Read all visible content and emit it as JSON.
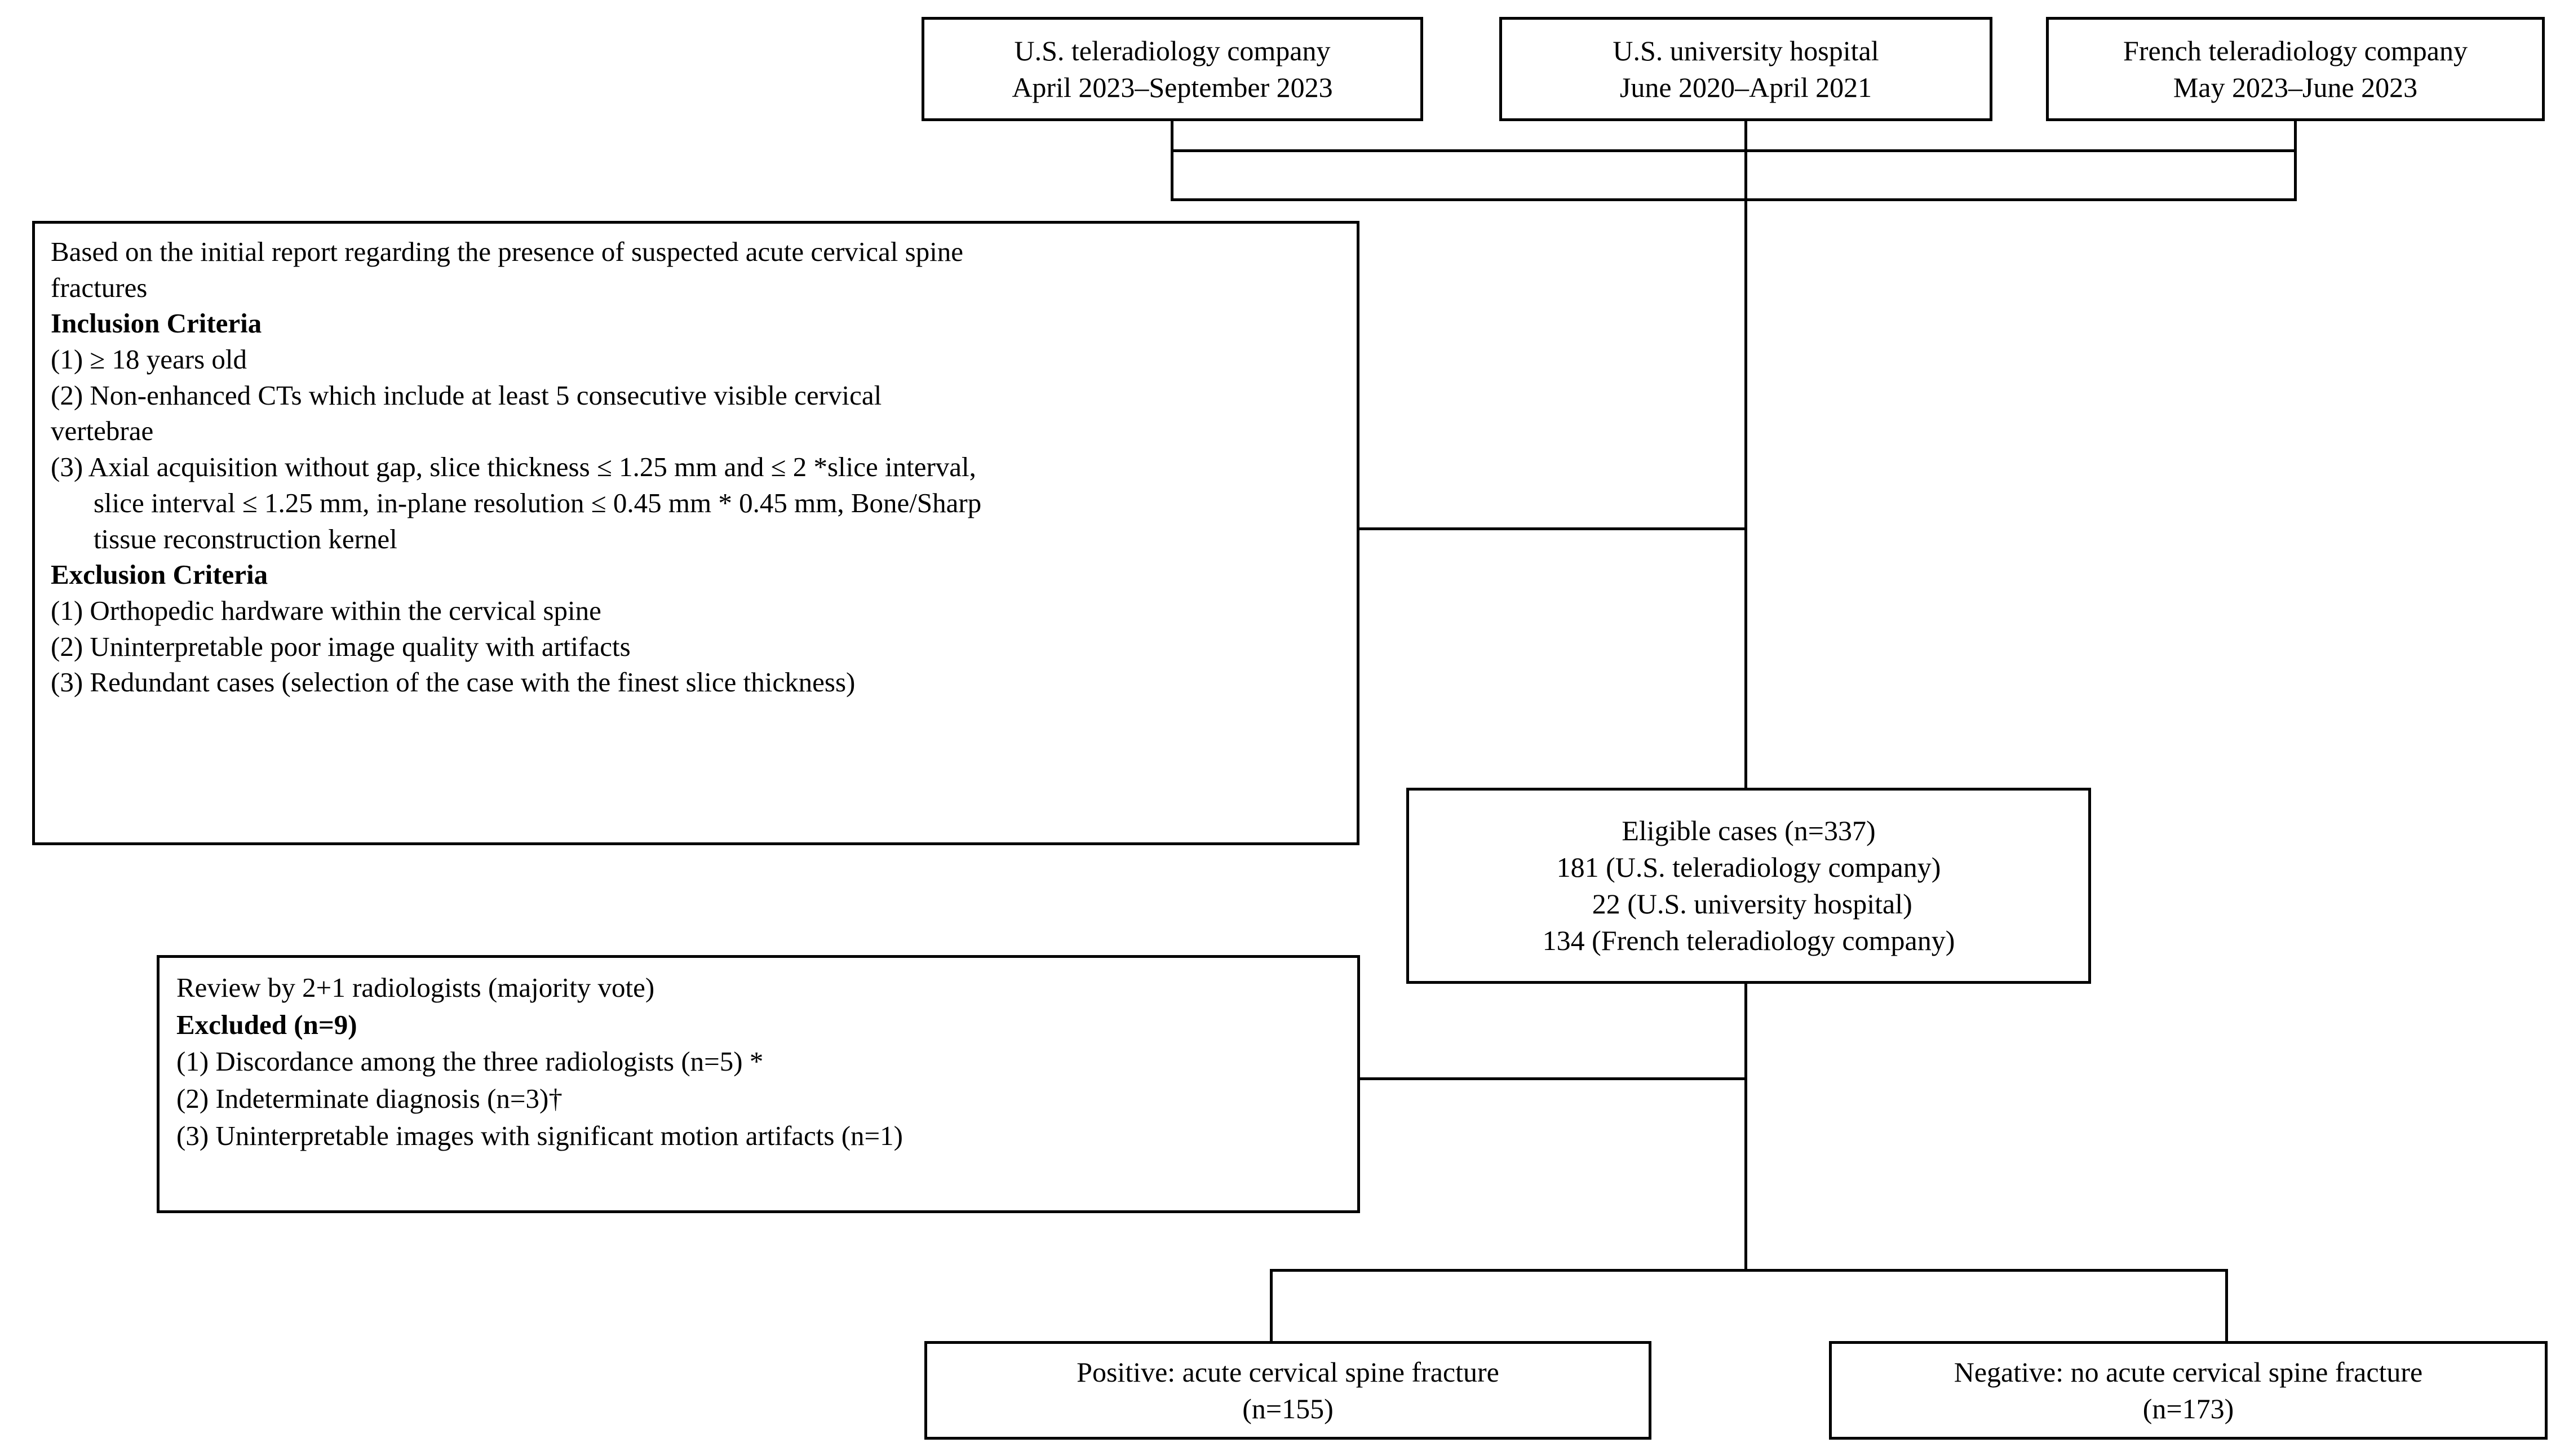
{
  "diagram": {
    "title": "Study flow diagram of acute cervical spine fracture CT case selection",
    "type": "flowchart"
  },
  "sources": [
    {
      "id": "us-teleradiology",
      "line1": "U.S. teleradiology company",
      "line2": "April 2023‒September 2023"
    },
    {
      "id": "us-university-hospital",
      "line1": "U.S. university hospital",
      "line2": "June 2020‒April 2021"
    },
    {
      "id": "french-teleradiology",
      "line1": "French teleradiology company",
      "line2": "May 2023‒June 2023"
    }
  ],
  "criteria_box": {
    "intro": "Based on the initial report regarding the presence of suspected acute cervical spine",
    "intro_cont": "fractures",
    "inclusion_heading": "Inclusion Criteria",
    "inclusion_items": [
      "(1)  ≥ 18 years old",
      "(2)  Non-enhanced CTs which include at least 5 consecutive visible cervical",
      "vertebrae",
      "(3)  Axial acquisition without gap, slice thickness ≤ 1.25 mm and ≤  2 *slice interval,",
      "slice interval ≤ 1.25 mm, in-plane resolution ≤ 0.45 mm * 0.45 mm, Bone/Sharp",
      "tissue reconstruction kernel"
    ],
    "exclusion_heading": "Exclusion Criteria",
    "exclusion_items": [
      "(1)  Orthopedic hardware within the cervical spine",
      "(2)  Uninterpretable poor image quality with artifacts",
      "(3)  Redundant cases (selection of the case with the finest slice thickness)"
    ]
  },
  "eligible_box": {
    "total": "Eligible cases (n=337)",
    "breakdown": [
      "181 (U.S. teleradiology company)",
      " 22 (U.S. university hospital)",
      "134 (French teleradiology company)"
    ]
  },
  "review_box": {
    "heading": "Review by 2+1 radiologists (majority vote)",
    "excluded_heading": "Excluded (n=9)",
    "items": [
      "(1)  Discordance among the three radiologists (n=5) *",
      "(2)  Indeterminate diagnosis  (n=3)†",
      "(3)  Uninterpretable images with significant motion artifacts (n=1)"
    ]
  },
  "outcomes": [
    {
      "id": "positive",
      "label": "Positive: acute cervical spine fracture",
      "count": "(n=155)"
    },
    {
      "id": "negative",
      "label": "Negative: no acute cervical spine fracture",
      "count": "(n=173)"
    }
  ],
  "colors": {
    "stroke": "#000000",
    "background": "#ffffff",
    "text": "#000000"
  }
}
